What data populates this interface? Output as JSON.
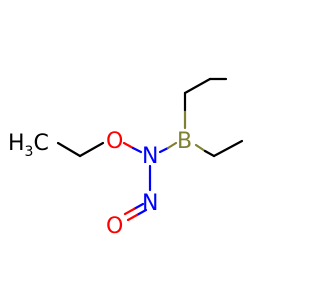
{
  "molecule": {
    "atoms": {
      "methyl_left": {
        "main": "H",
        "sub": "3",
        "tail": "C"
      },
      "oxygen_ether": {
        "symbol": "O"
      },
      "nitrogen_amine": {
        "symbol": "N"
      },
      "boron": {
        "symbol": "B"
      },
      "nitrogen_nitroso": {
        "symbol": "N"
      },
      "oxygen_nitroso": {
        "symbol": "O"
      }
    },
    "colors": {
      "carbon_bond": "#000000",
      "oxygen": "#ff0000",
      "nitrogen": "#0000ff",
      "boron": "#808033",
      "methyl_label": "#000000"
    }
  }
}
